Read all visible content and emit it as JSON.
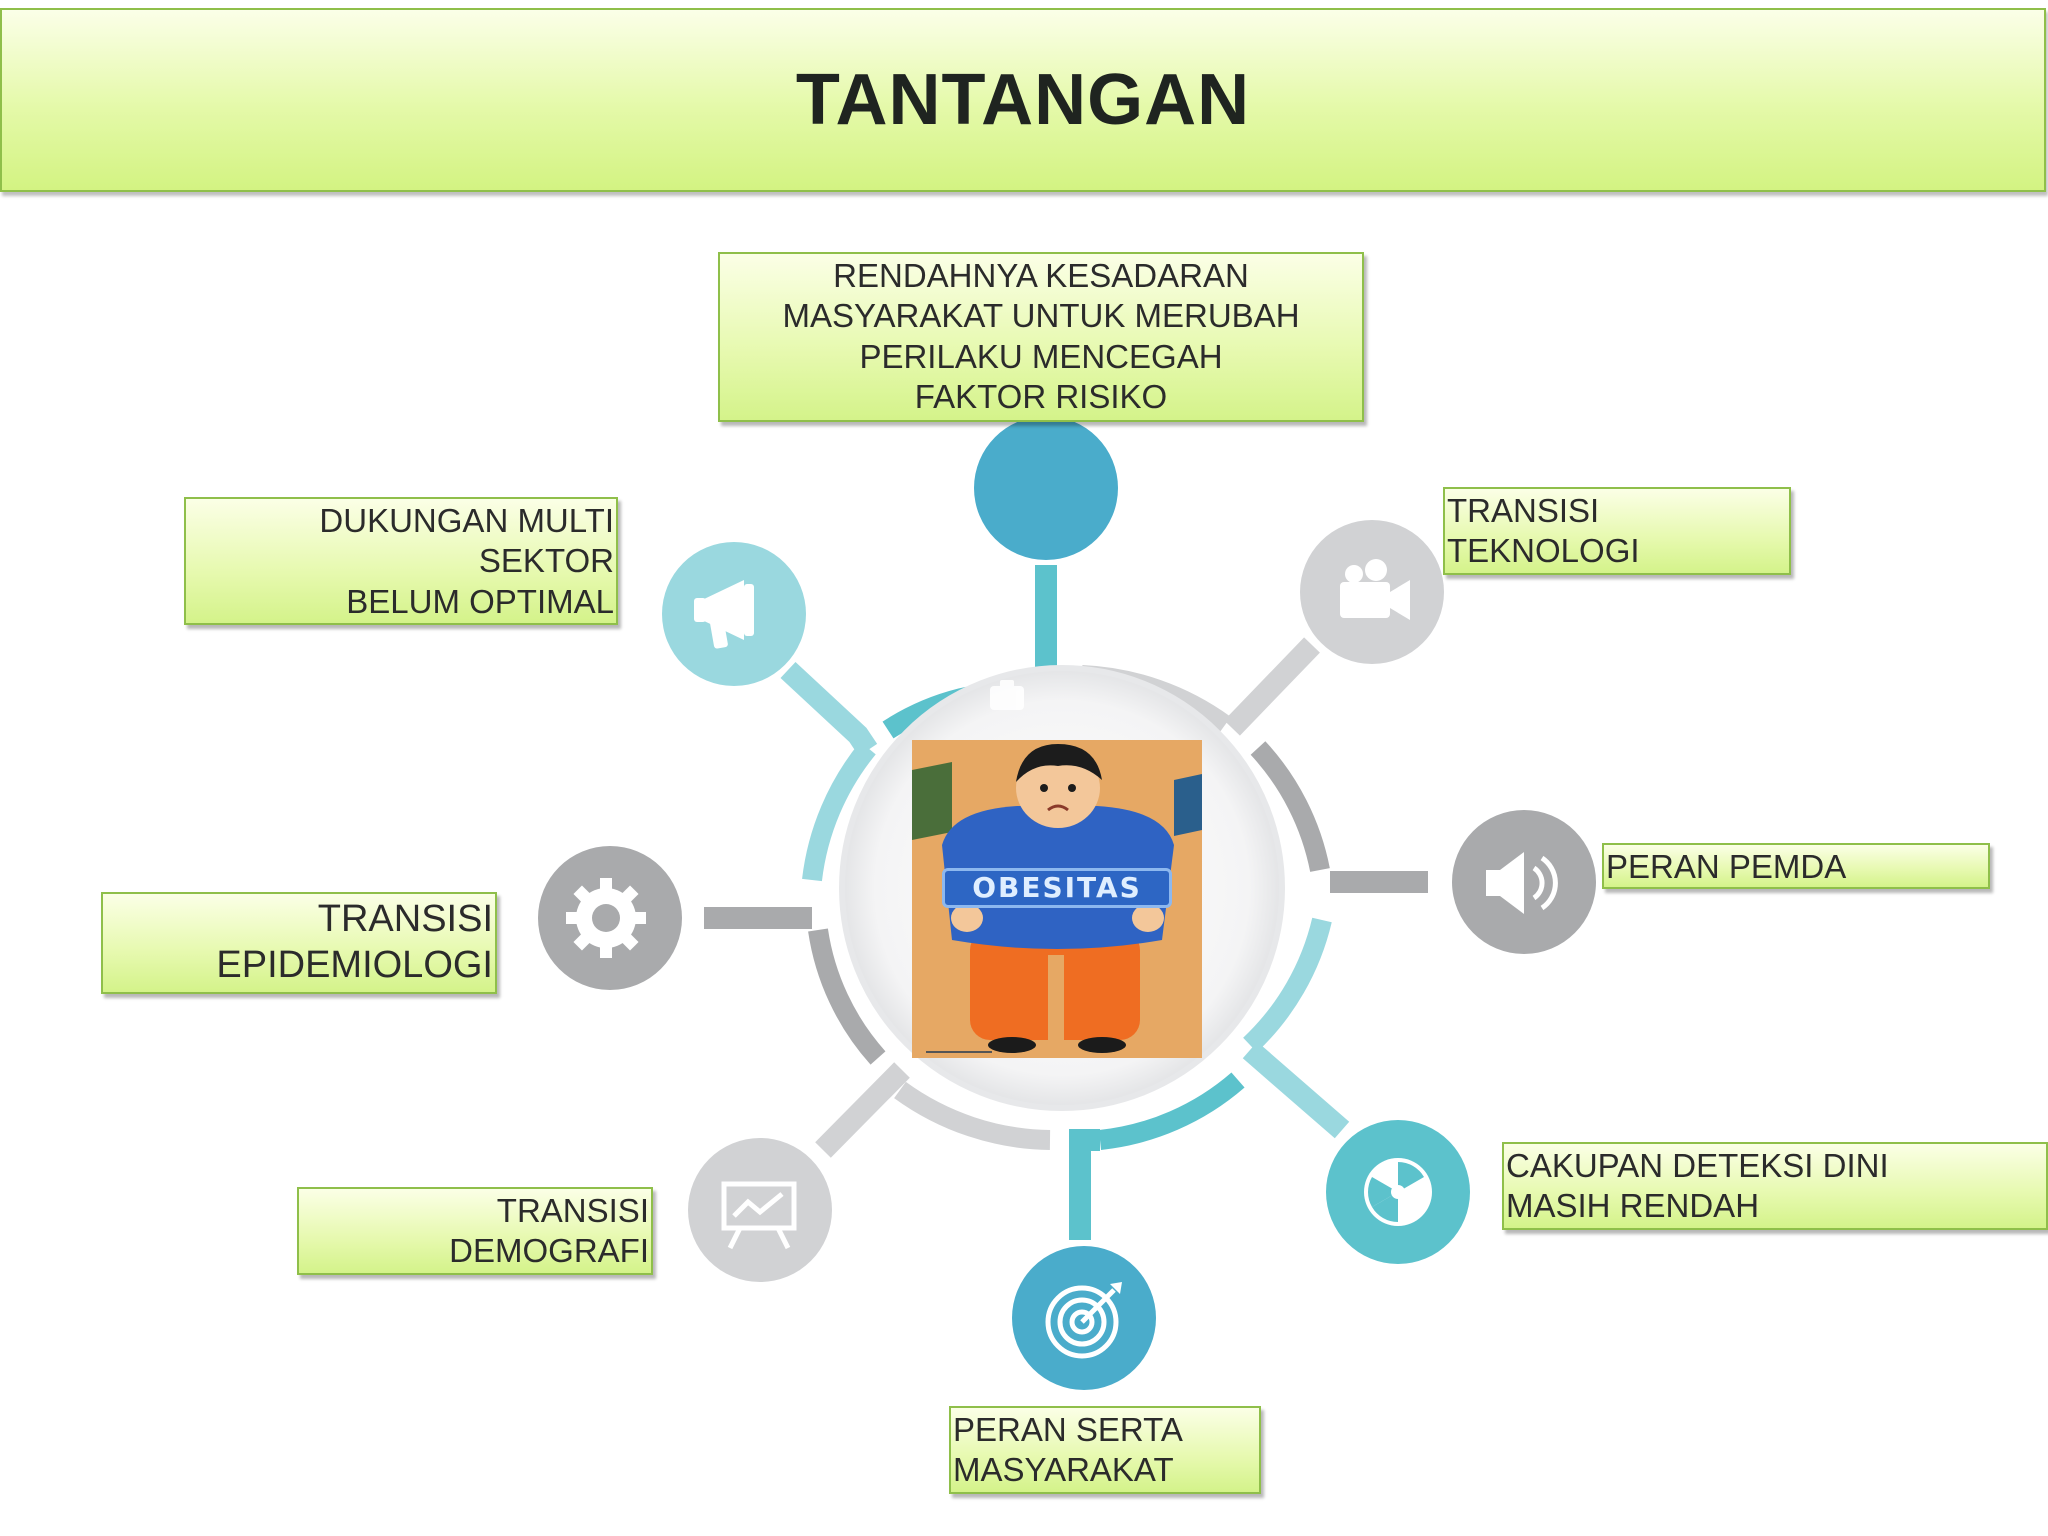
{
  "title": "TANTANGAN",
  "center_image": {
    "badge_text": "OBESITAS"
  },
  "labels": {
    "top": "RENDAHNYA KESADARAN\nMASYARAKAT  UNTUK MERUBAH\nPERILAKU MENCEGAH\nFAKTOR RISIKO",
    "dukungan": "DUKUNGAN MULTI\nSEKTOR\nBELUM OPTIMAL",
    "teknologi": "TRANSISI\nTEKNOLOGI",
    "epidemiologi": "TRANSISI\nEPIDEMIOLOGI",
    "pemda": "PERAN PEMDA",
    "demografi": "TRANSISI\nDEMOGRAFI",
    "deteksi": "CAKUPAN DETEKSI DINI\nMASIH RENDAH",
    "masyarakat": "PERAN SERTA\nMASYARAKAT"
  },
  "icons": {
    "top": "blank-circle",
    "dukungan": "megaphone-icon",
    "teknologi": "video-camera-icon",
    "epidemiologi": "gear-icon",
    "pemda": "speaker-icon",
    "demografi": "presentation-board-icon",
    "deteksi": "radiation-icon",
    "masyarakat": "target-icon"
  },
  "colors": {
    "teal": "#5cc2cc",
    "teal_light": "#9ad8df",
    "gray": "#a8a9ab",
    "gray_light": "#cfd0d2",
    "top_circle": "#4aaccb",
    "label_fill": "#e4f8a8",
    "label_border": "#8fbf4a"
  }
}
